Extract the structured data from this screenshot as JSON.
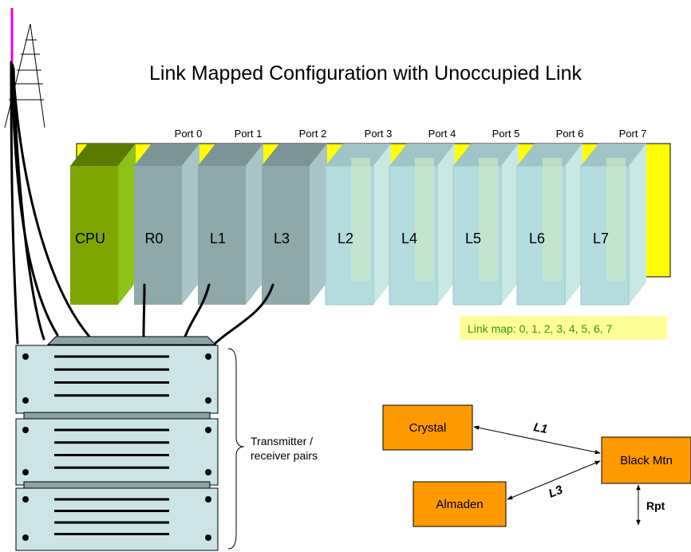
{
  "title": "Link Mapped Configuration with Unoccupied Link",
  "ports": [
    "Port 0",
    "Port 1",
    "Port 2",
    "Port 3",
    "Port 4",
    "Port 5",
    "Port 6",
    "Port 7"
  ],
  "cards": [
    {
      "label": "CPU",
      "kind": "cpu"
    },
    {
      "label": "R0",
      "kind": "occupied"
    },
    {
      "label": "L1",
      "kind": "occupied"
    },
    {
      "label": "L3",
      "kind": "occupied"
    },
    {
      "label": "L2",
      "kind": "empty"
    },
    {
      "label": "L4",
      "kind": "empty"
    },
    {
      "label": "L5",
      "kind": "empty"
    },
    {
      "label": "L6",
      "kind": "empty"
    },
    {
      "label": "L7",
      "kind": "empty"
    }
  ],
  "link_map": "Link map: 0, 1, 2, 3, 4, 5, 6, 7",
  "rack_label": [
    "Transmitter /",
    "receiver pairs"
  ],
  "nodes": {
    "crystal": "Crystal",
    "black_mtn": "Black Mtn",
    "almaden": "Almaden"
  },
  "edges": {
    "crystal_black": "L1",
    "almaden_black": "L3",
    "rpt": "Rpt"
  },
  "colors": {
    "backplane": "#FFFF00",
    "cpu": "#7DA600",
    "occupied": "#8FA8AA",
    "empty": "#B4DCDE",
    "node": "#FF9900",
    "link_map_bg": "#FFFF99",
    "link_map_text": "#339900",
    "antenna_cable": "#E000E0"
  }
}
